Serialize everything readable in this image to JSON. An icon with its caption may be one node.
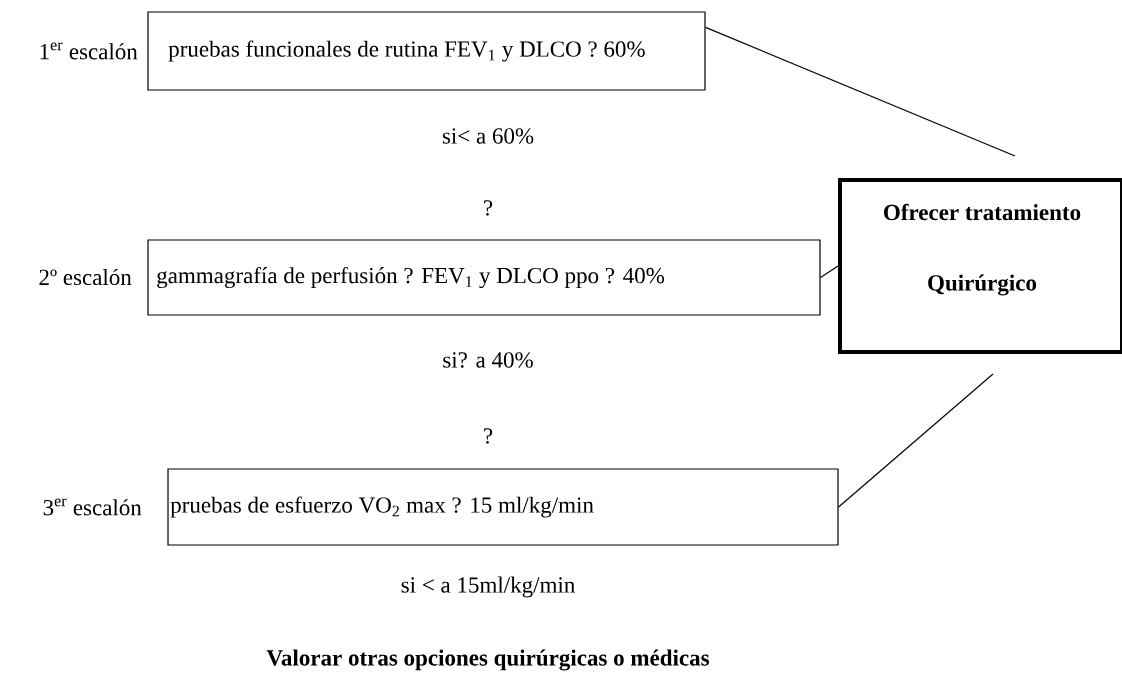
{
  "diagram": {
    "nodes": [
      {
        "text": [
          "pruebas funcionales de rutina    FEV$_{1}$ y DLCO ? 60%"
        ],
        "beside": [
          "1$^{er}$ escalón"
        ]
      },
      {
        "text": [
          "gammagrafía de perfusión  ? FEV$_{1}$ y DLCO ppo ? 40%"
        ],
        "beside": [
          "2º escalón"
        ]
      },
      {
        "text": [
          "pruebas de esfuerzo     VO$_{2}$ max ? 15 ml/kg/min"
        ],
        "beside": [
          "3$^{er}$ escalón"
        ]
      },
      {
        "text": [
          "Ofrecer tratamiento",
          "Quirúrgico"
        ]
      }
    ],
    "edges": [
      {
        "from": 0,
        "to": 3,
        "arrow": "none"
      },
      {
        "from": 1,
        "to": 3,
        "arrow": "none"
      },
      {
        "from": 2,
        "to": 3,
        "arrow": "none"
      }
    ],
    "labels": [
      "si< a 60%",
      "?",
      "si? a 40%",
      "?",
      "si < a 15ml/kg/min",
      "Valorar otras opciones quirúrgicas o médicas"
    ]
  }
}
